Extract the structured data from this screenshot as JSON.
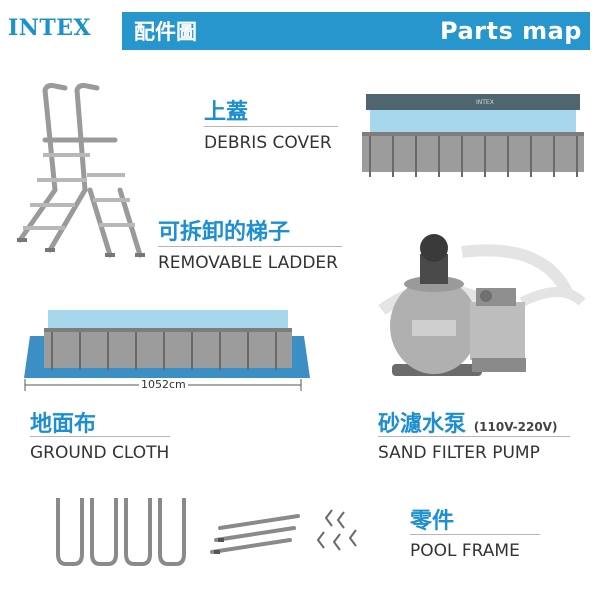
{
  "header": {
    "brand": "INTEX",
    "title_cn": "配件圖",
    "title_en": "Parts map"
  },
  "parts": [
    {
      "name_cn": "上蓋",
      "name_en": "DEBRIS COVER"
    },
    {
      "name_cn": "可拆卸的梯子",
      "name_en": "REMOVABLE LADDER"
    },
    {
      "name_cn": "地面布",
      "name_en": "GROUND CLOTH",
      "dimension": "1052cm"
    },
    {
      "name_cn": "砂濾水泵",
      "voltage": "(110V-220V)",
      "name_en": "SAND FILTER PUMP"
    },
    {
      "name_cn": "零件",
      "name_en": "POOL FRAME"
    }
  ],
  "colors": {
    "brand_blue": "#1d8fd0",
    "header_bar": "#2696cc",
    "water": "#a7d7ec",
    "cloth": "#3b8fc4",
    "frame": "#8a8a8a"
  }
}
